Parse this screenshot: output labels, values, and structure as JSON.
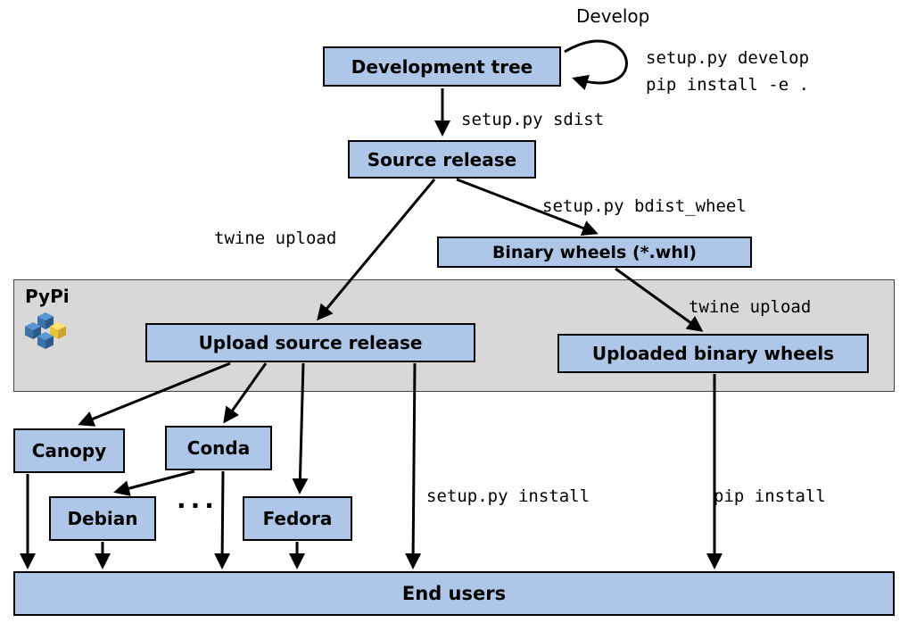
{
  "diagram": {
    "pypi_section_label": "PyPi",
    "nodes": {
      "development_tree": "Development tree",
      "source_release": "Source release",
      "binary_wheels": "Binary wheels (*.whl)",
      "upload_source_release": "Upload source release",
      "uploaded_binary_wheels": "Uploaded binary wheels",
      "canopy": "Canopy",
      "conda": "Conda",
      "debian": "Debian",
      "fedora": "Fedora",
      "end_users": "End users"
    },
    "edge_labels": {
      "develop": "Develop",
      "setup_py_develop": "setup.py develop",
      "pip_install_editable": "pip install -e .",
      "setup_py_sdist": "setup.py sdist",
      "setup_py_bdist_wheel": "setup.py bdist_wheel",
      "twine_upload_source": "twine upload",
      "twine_upload_wheels": "twine upload",
      "setup_py_install": "setup.py install",
      "pip_install": "pip install",
      "ellipsis": "..."
    },
    "colors": {
      "node_fill": "#aec7e8",
      "node_border": "#000000",
      "pypi_band_fill": "#d8d8d8",
      "python_blue": "#3b72a8",
      "python_yellow": "#ffd43b"
    }
  }
}
